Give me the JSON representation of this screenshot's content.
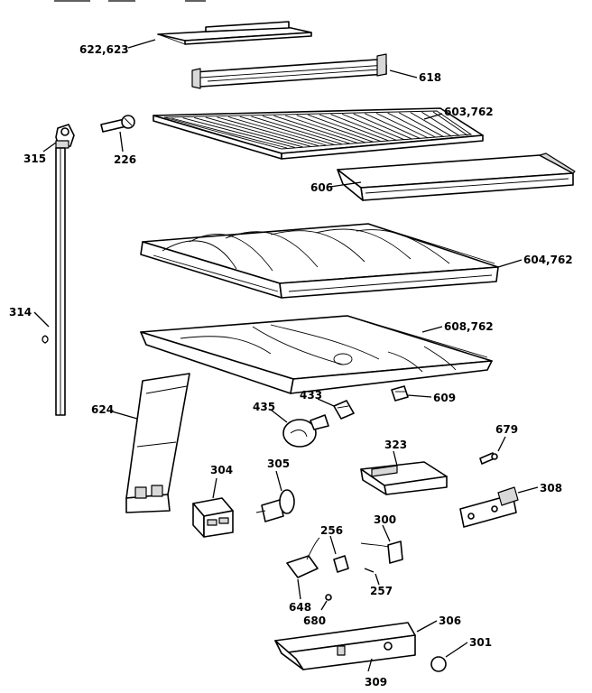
{
  "callouts": {
    "c622": "622,623",
    "c618": "618",
    "c603": "603,762",
    "c315": "315",
    "c226": "226",
    "c606": "606",
    "c604": "604,762",
    "c314": "314",
    "c608": "608,762",
    "c624": "624",
    "c433": "433",
    "c609": "609",
    "c435": "435",
    "c679": "679",
    "c323": "323",
    "c304": "304",
    "c305": "305",
    "c308": "308",
    "c256": "256",
    "c300": "300",
    "c257": "257",
    "c648": "648",
    "c680": "680",
    "c306": "306",
    "c301": "301",
    "c309": "309"
  }
}
